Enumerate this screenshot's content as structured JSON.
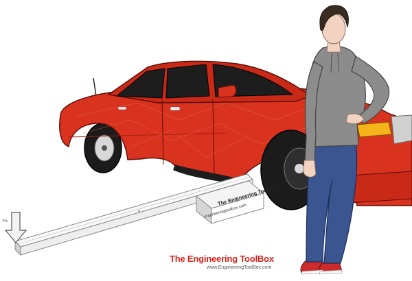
{
  "logo": {
    "title": "The Engineering ToolBox",
    "url": "www.EngineeringToolBox.com",
    "title_color": "#d9231b"
  },
  "block": {
    "line1": "The Engineering ToolBox",
    "line2": "engineeringtoolbox.com"
  },
  "lever": {
    "force_label": "Fe",
    "mark_label": "e"
  },
  "colors": {
    "car_body": "#d9321f",
    "car_shadow": "#a81f12",
    "tire": "#1b1b1b",
    "hoodie": "#8c8c8c",
    "jeans": "#3b5590",
    "shoes": "#cc2b2b",
    "skin": "#f2d2c0",
    "hair": "#3a2b22",
    "beam": "#eeeeee"
  }
}
